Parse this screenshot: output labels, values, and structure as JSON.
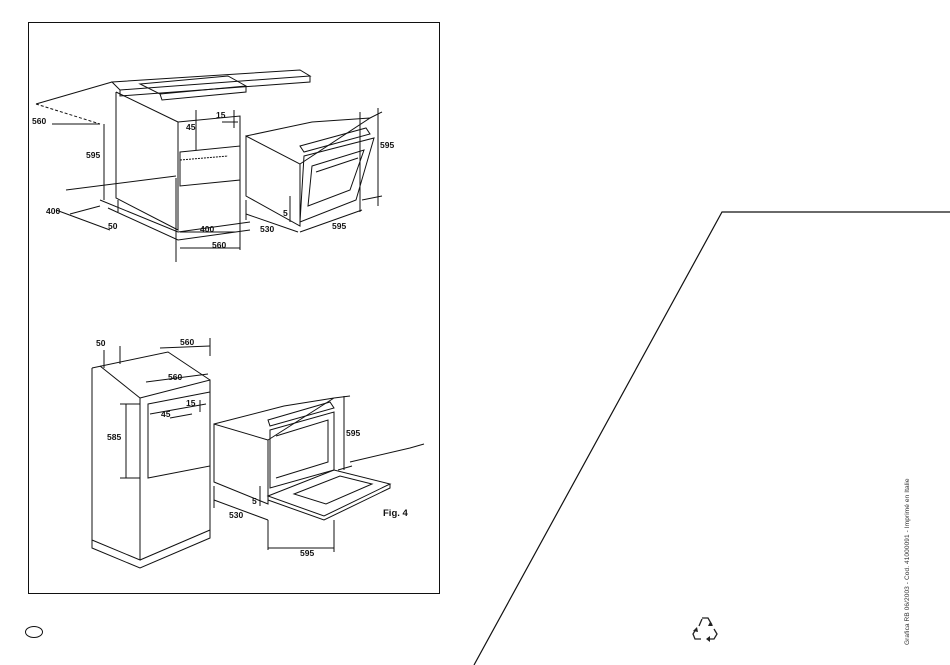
{
  "figure": {
    "label": "Fig. 4",
    "top_dimensions": {
      "counter_depth": "560",
      "cabinet_height": "595",
      "gap_top": "15",
      "gap_side": "45",
      "base_depth": "400",
      "plinth": "50",
      "opening_width": "400",
      "cabinet_width": "560",
      "oven_height": "595",
      "oven_gap": "5",
      "oven_depth": "530",
      "oven_width": "595"
    },
    "bottom_dimensions": {
      "top_gap": "50",
      "top_width": "560",
      "inner_width": "560",
      "gap_top": "15",
      "gap_side": "45",
      "opening_height": "585",
      "oven_height": "595",
      "oven_gap": "5",
      "oven_depth": "530",
      "oven_width": "595"
    }
  },
  "footer": {
    "credit": "Grafica RB 06/2003 - Cod. 41000091 - Imprimé en Italie",
    "recycle_icon": "recycle-icon",
    "language_marker": "circle"
  }
}
